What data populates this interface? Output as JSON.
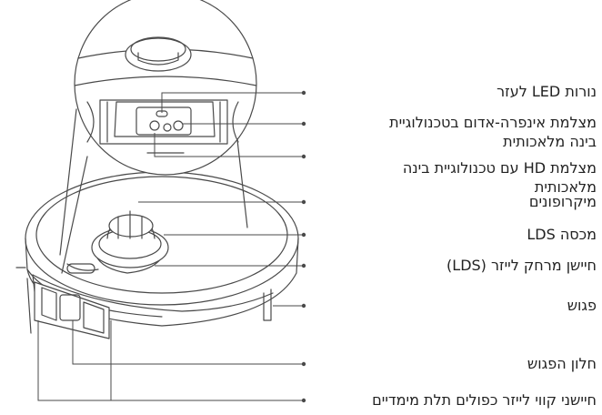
{
  "diagram": {
    "labels": [
      {
        "id": "led",
        "text": "נורות LED לעזר"
      },
      {
        "id": "ir_camera",
        "text": "מצלמת אינפרה-אדום בטכנולוגיית",
        "text2": "בינה מלאכותית"
      },
      {
        "id": "hd_camera",
        "text": "מצלמת HD עם טכנולוגיית בינה",
        "text2": "מלאכותית"
      },
      {
        "id": "microphones",
        "text": "מיקרופונים"
      },
      {
        "id": "lds_cover",
        "text": "מכסה LDS"
      },
      {
        "id": "lds_sensor",
        "text": "חיישן מרחק לייזר (LDS)"
      },
      {
        "id": "bumper",
        "text": "פגוש"
      },
      {
        "id": "bumper_window",
        "text": "חלון הפגוש"
      },
      {
        "id": "laser_3d",
        "text": "חיישני קווי לייזר כפולים תלת מימדיים"
      }
    ]
  },
  "colors": {
    "line": "#4a4a4a",
    "text": "#222222"
  }
}
